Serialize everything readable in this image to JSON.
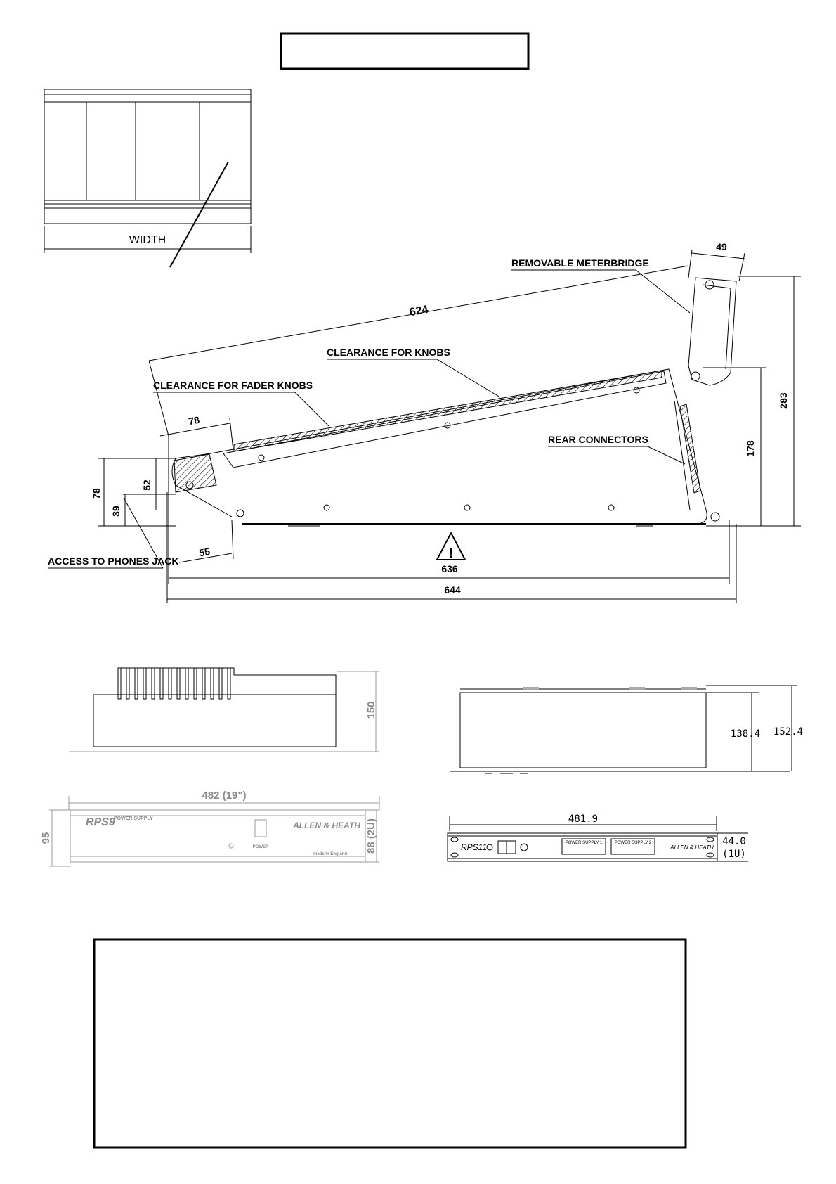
{
  "title_box": {
    "text": ""
  },
  "notes_box": {
    "text": ""
  },
  "top_view": {
    "width_label": "WIDTH"
  },
  "side_view": {
    "dim_624": "624",
    "dim_49": "49",
    "dim_283": "283",
    "dim_178": "178",
    "dim_78_top": "78",
    "dim_78_left": "78",
    "dim_52": "52",
    "dim_39": "39",
    "dim_55": "55",
    "dim_636": "636",
    "dim_644": "644",
    "label_meterbridge": "REMOVABLE METERBRIDGE",
    "label_clearance_knobs": "CLEARANCE FOR KNOBS",
    "label_clearance_fader": "CLEARANCE FOR FADER KNOBS",
    "label_rear_connectors": "REAR CONNECTORS",
    "label_phones_jack": "ACCESS TO PHONES JACK",
    "warning_symbol": "!"
  },
  "psu_rps9": {
    "dim_height": "150",
    "dim_width": "482 (19\")",
    "dim_95": "95",
    "dim_88": "88 (2U)",
    "brand_logo": "ALLEN & HEATH",
    "model_logo": "RPS9",
    "panel_text": "POWER SUPPLY",
    "switch_label": "POWER",
    "made_in": "made in England"
  },
  "psu_rps11": {
    "dim_138": "138.4",
    "dim_152": "152.4",
    "dim_481": "481.9",
    "dim_44": "44.0",
    "dim_1u": "(1U)",
    "model_logo": "RPS11",
    "ps1_label": "POWER SUPPLY 1",
    "ps2_label": "POWER SUPPLY 2",
    "brand_logo": "ALLEN & HEATH"
  },
  "colors": {
    "line": "#000000",
    "faint": "#8a8a8a"
  }
}
